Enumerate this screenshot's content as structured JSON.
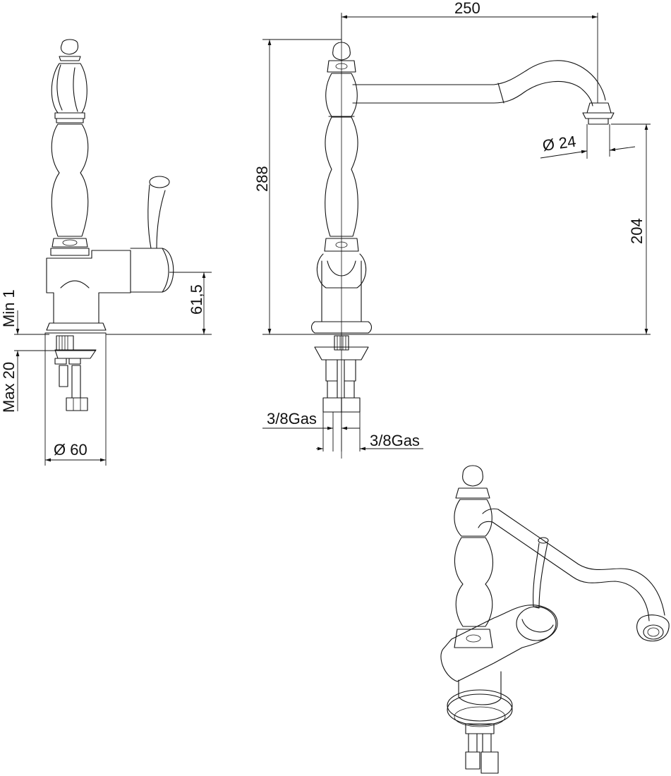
{
  "dimensions": {
    "width_250": "250",
    "diameter_24": "Ø 24",
    "height_288": "288",
    "height_204": "204",
    "height_61_5": "61,5",
    "min_1": "Min 1",
    "max_20": "Max 20",
    "diameter_60": "Ø 60",
    "gas_left": "3/8Gas",
    "gas_right": "3/8Gas"
  }
}
